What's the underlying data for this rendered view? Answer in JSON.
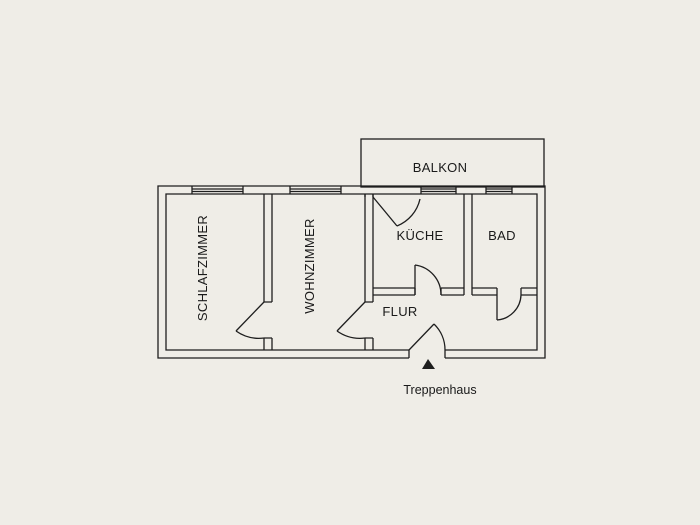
{
  "rooms": {
    "balkon": "BALKON",
    "kueche": "KÜCHE",
    "bad": "BAD",
    "schlafzimmer": "SCHLAFZIMMER",
    "wohnzimmer": "WOHNZIMMER",
    "flur": "FLUR"
  },
  "entrance": {
    "label": "Treppenhaus",
    "icon": "triangle-up-icon"
  },
  "colors": {
    "background": "#efede7",
    "lines": "#1e1e1e"
  }
}
